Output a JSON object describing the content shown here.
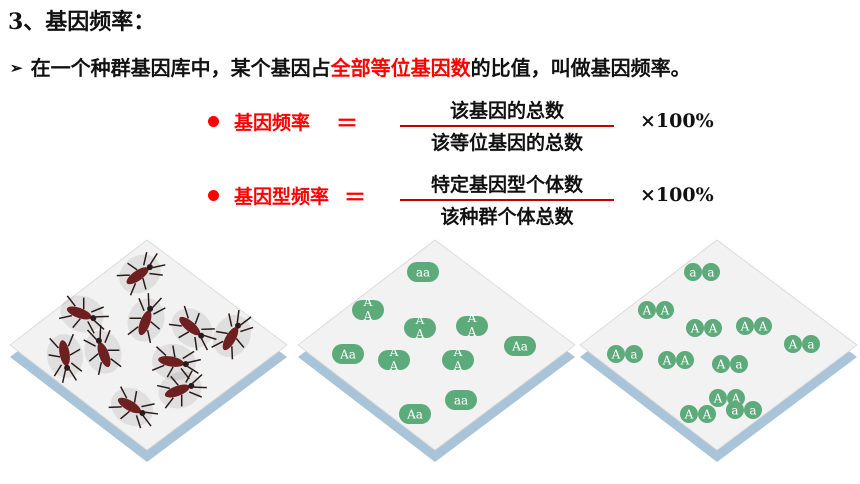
{
  "heading": "3、基因频率：",
  "bullet": {
    "marker": "➢",
    "before": "在一个种群基因库中，某个基因占",
    "highlight": "全部等位基因数",
    "after": "的比值，叫做基因频率。"
  },
  "formulas": [
    {
      "term": "基因频率",
      "equals": "＝",
      "numerator": "该基因的总数",
      "denominator": "该等位基因的总数",
      "multiplier": "×100%"
    },
    {
      "term": "基因型频率",
      "equals": "＝",
      "numerator": "特定基因型个体数",
      "denominator": "该种群个体总数",
      "multiplier": "×100%"
    }
  ],
  "colors": {
    "highlight": "#ff0000",
    "tile_top": "#f2f2f2",
    "tile_edge": "#a9c4d8",
    "gene_pill": "#5daa7a",
    "bug": "#6e1f1f"
  },
  "panels": {
    "insects_icon": "insect-icon",
    "genotype_pills": [
      {
        "text": "aa"
      },
      {
        "text": "A\nA"
      },
      {
        "text": "A\nA"
      },
      {
        "text": "A\nA"
      },
      {
        "text": "Aa"
      },
      {
        "text": "A\nA"
      },
      {
        "text": "A\nA"
      },
      {
        "text": "Aa"
      },
      {
        "text": "Aa"
      },
      {
        "text": "aa"
      }
    ],
    "allele_groups": [
      [
        "a",
        "a"
      ],
      [
        "A",
        "A"
      ],
      [
        "A",
        "A"
      ],
      [
        "A",
        "A"
      ],
      [
        "A",
        "a"
      ],
      [
        "A",
        "a"
      ],
      [
        "A",
        "A"
      ],
      [
        "A",
        "a"
      ],
      [
        "A",
        "A"
      ],
      [
        "A",
        "A"
      ],
      [
        "a",
        "a"
      ]
    ]
  }
}
